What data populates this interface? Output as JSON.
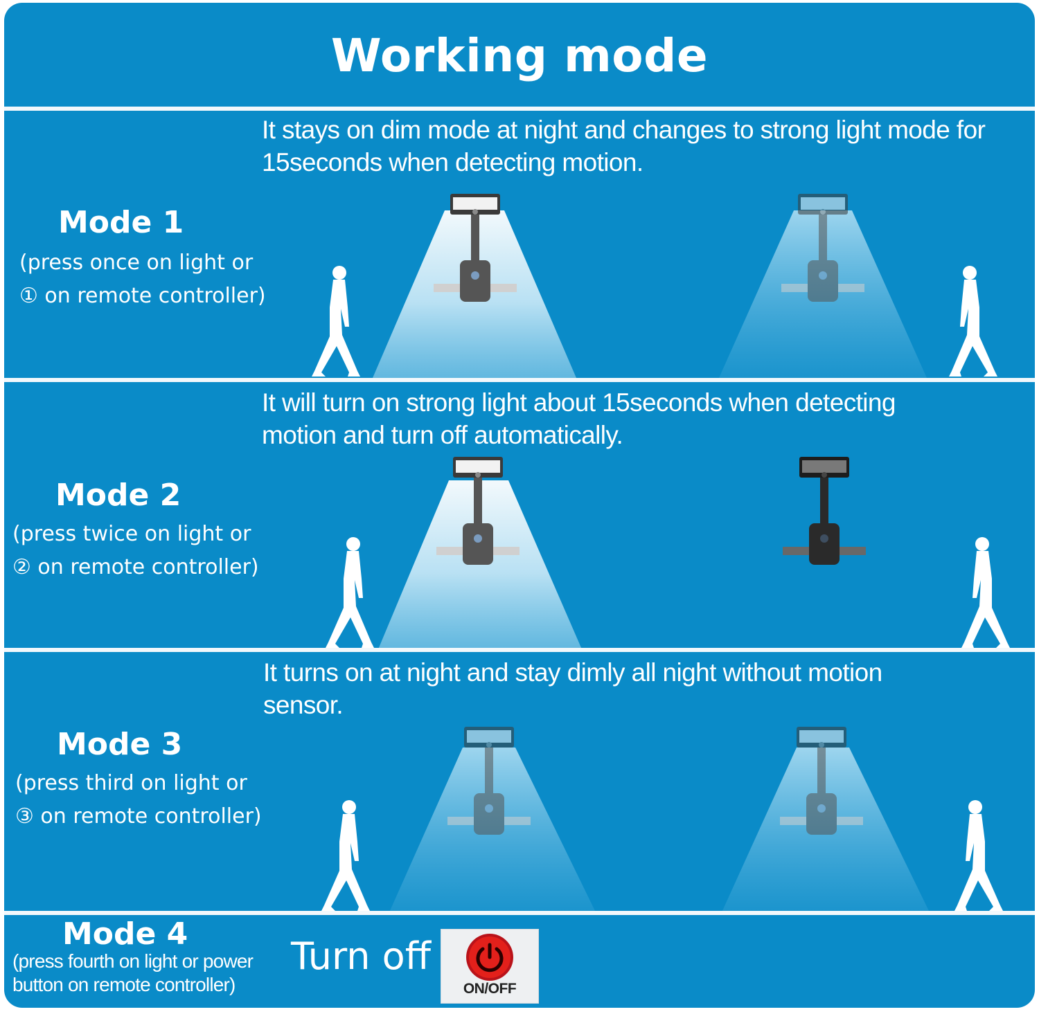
{
  "title": "Working mode",
  "modes": [
    {
      "name": "Mode 1",
      "hint_line1": "(press once on light or",
      "hint_line2": "① on remote controller)",
      "description_line1": "It stays on dim mode at night and changes to strong light  mode for",
      "description_line2": "15seconds when detecting motion."
    },
    {
      "name": "Mode 2",
      "hint_line1": "(press twice on light or",
      "hint_line2": "② on remote controller)",
      "description_line1": "It will turn on strong light about 15seconds when detecting",
      "description_line2": "motion and turn off automatically."
    },
    {
      "name": "Mode 3",
      "hint_line1": "(press third on light or",
      "hint_line2": "③ on remote controller)",
      "description_line1": "It turns on at night and stay dimly all night without motion",
      "description_line2": "sensor."
    },
    {
      "name": "Mode 4",
      "hint_line1": "(press fourth on light or power",
      "hint_line2": "button on remote controller)",
      "action": "Turn off",
      "button_label": "ON/OFF"
    }
  ],
  "colors": {
    "background": "#0a8bc8",
    "text": "#ffffff",
    "power_button": "#e3201b"
  },
  "icons": [
    "walking-person-icon",
    "solar-wall-light-icon",
    "light-beam-icon",
    "power-icon"
  ]
}
